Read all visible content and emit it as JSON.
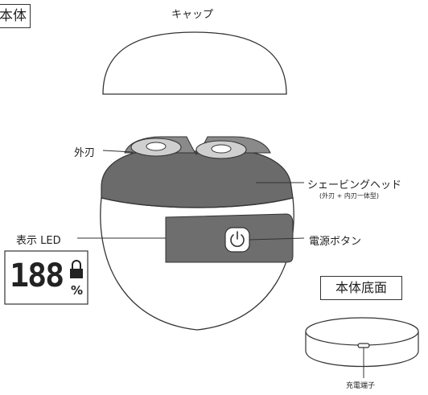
{
  "labels": {
    "main_title": "本体",
    "cap": "キャップ",
    "outer_blade": "外刃",
    "shaving_head": "シェービングヘッド",
    "shaving_head_sub": "(外刃 + 内刃一体型)",
    "display_led": "表示 LED",
    "power_button": "電源ボタン",
    "bottom_title": "本体底面",
    "charge_port": "充電端子"
  },
  "led_display": {
    "digits": "188",
    "unit": "%",
    "lock_icon": "lock-icon"
  },
  "icons": {
    "power": "power-icon",
    "lock": "lock-icon"
  },
  "colors": {
    "line": "#333333",
    "head": "#6b6b6b",
    "panel": "#6e6e6e",
    "blade": "#cfcfcf",
    "body": "#ffffff"
  }
}
